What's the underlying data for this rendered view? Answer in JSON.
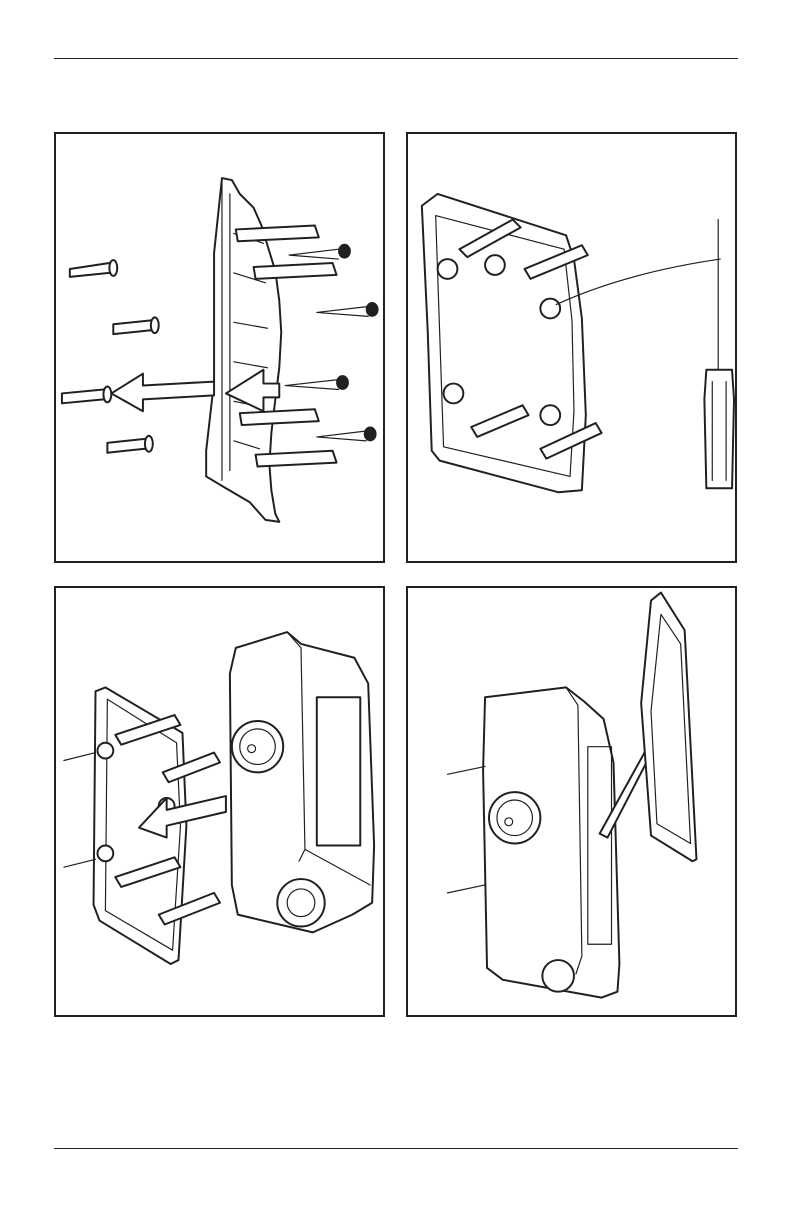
{
  "page": {
    "figures": [
      {
        "id": "step-1",
        "illustration": "wall-plate-anchors-and-screws"
      },
      {
        "id": "step-2",
        "illustration": "wall-plate-screwdriver-wires"
      },
      {
        "id": "step-3",
        "illustration": "device-onto-wall-plate"
      },
      {
        "id": "step-4",
        "illustration": "attach-front-cover"
      }
    ]
  }
}
